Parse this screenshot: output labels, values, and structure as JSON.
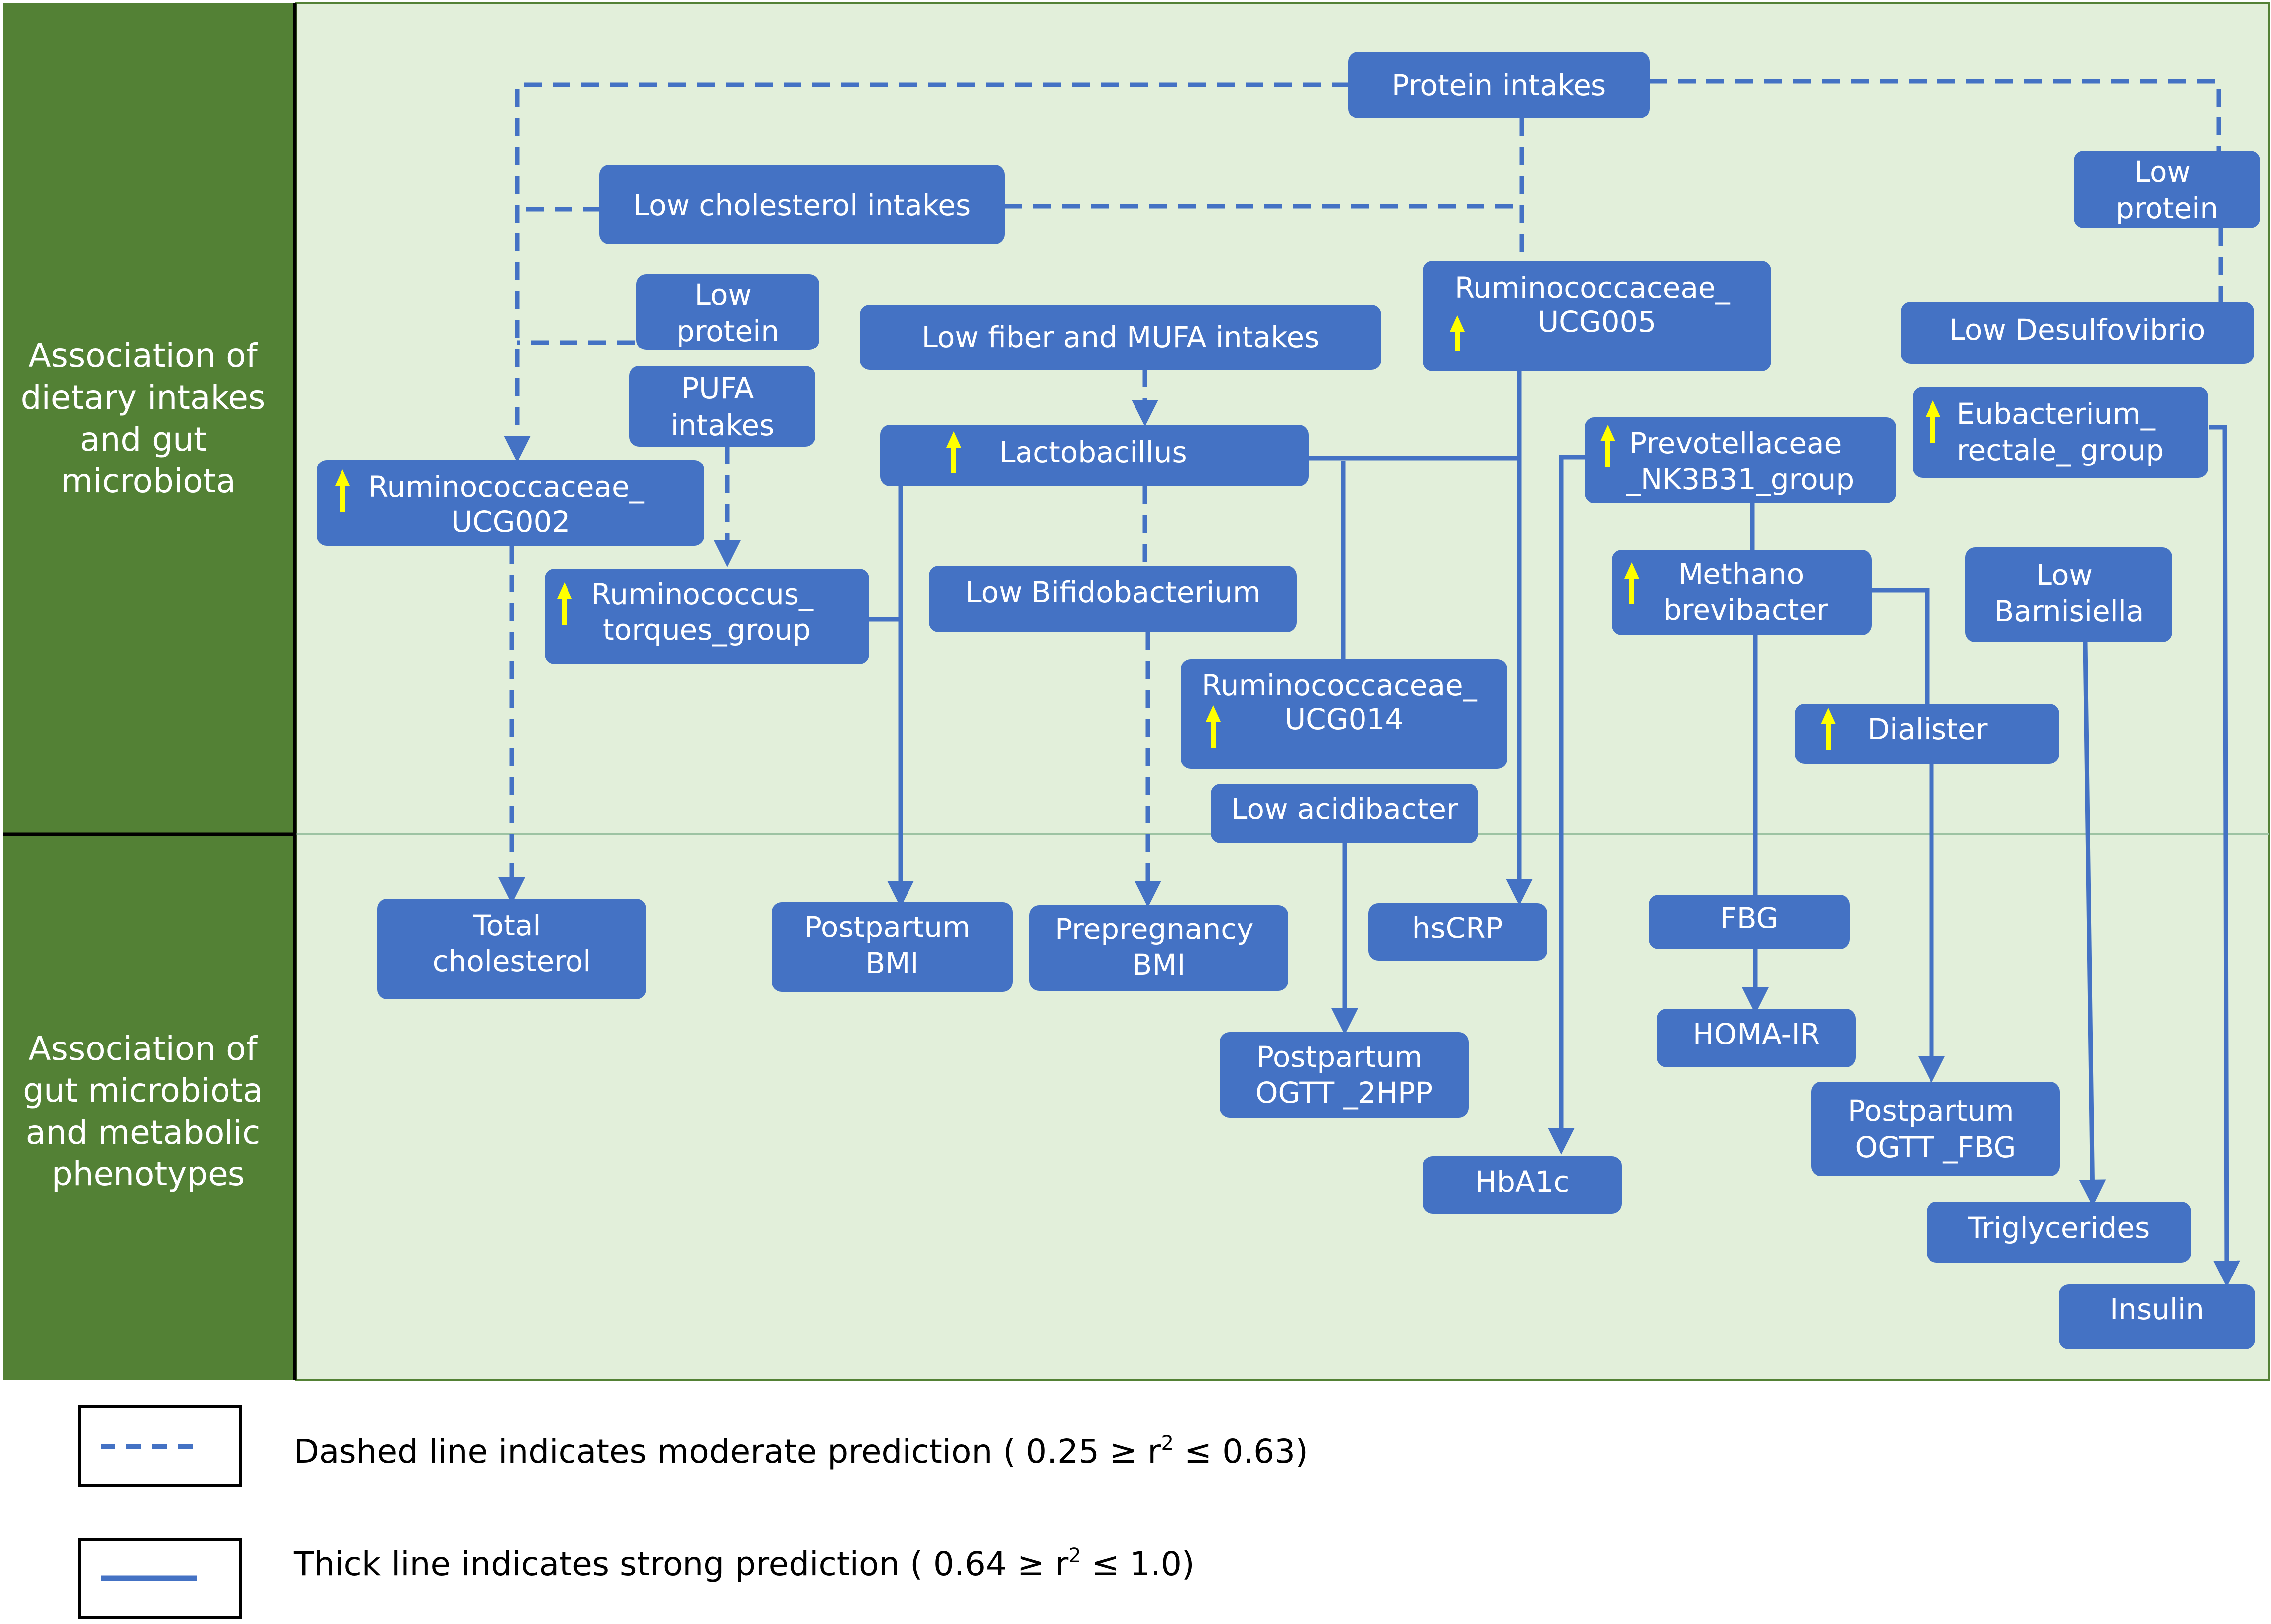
{
  "colors": {
    "band": "#538135",
    "panel": "#e2efda",
    "node": "#4472c4",
    "line": "#4472c4",
    "arrow_up": "#ffff00",
    "divider": "#9dc3a3"
  },
  "bands": {
    "top": [
      "Association of",
      "dietary intakes",
      "and gut",
      "microbiota"
    ],
    "bottom": [
      "Association of",
      "gut microbiota",
      "and metabolic",
      "phenotypes"
    ]
  },
  "nodes": {
    "protein_intakes": [
      "Protein intakes"
    ],
    "low_cholesterol": [
      "Low cholesterol intakes"
    ],
    "low_protein_right": [
      "Low",
      "protein"
    ],
    "low_protein_left": [
      "Low",
      "protein"
    ],
    "pufa": [
      "PUFA",
      "intakes"
    ],
    "low_fiber_mufa": [
      "Low fiber and MUFA intakes"
    ],
    "ucg005": [
      "Ruminococcaceae_",
      "UCG005"
    ],
    "low_desulfovibrio": [
      "Low Desulfovibrio"
    ],
    "lactobacillus": [
      "Lactobacillus"
    ],
    "ucg002": [
      "Ruminococcaceae_",
      "UCG002"
    ],
    "prevotellaceae": [
      "Prevotellaceae",
      "_NK3B31_group"
    ],
    "eubacterium": [
      "Eubacterium_",
      "rectale_ group"
    ],
    "ruminococcus_torques": [
      "Ruminococcus_",
      "torques_group"
    ],
    "low_bifidobacterium": [
      "Low Bifidobacterium"
    ],
    "methanobrevibacter": [
      "Methano",
      "brevibacter"
    ],
    "low_barnisiella": [
      "Low",
      "Barnisiella"
    ],
    "ucg014": [
      "Ruminococcaceae_",
      "UCG014"
    ],
    "dialister": [
      "Dialister"
    ],
    "low_acidibacter": [
      "Low acidibacter"
    ],
    "total_cholesterol": [
      "Total",
      "cholesterol"
    ],
    "postpartum_bmi": [
      "Postpartum",
      "BMI"
    ],
    "prepregnancy_bmi": [
      "Prepregnancy",
      "BMI"
    ],
    "hscrp": [
      "hsCRP"
    ],
    "fbg": [
      "FBG"
    ],
    "homa_ir": [
      "HOMA-IR"
    ],
    "ogtt_2hpp": [
      "Postpartum",
      "OGTT _2HPP"
    ],
    "ogtt_fbg": [
      "Postpartum",
      "OGTT _FBG"
    ],
    "hba1c": [
      "HbA1c"
    ],
    "triglycerides": [
      "Triglycerides"
    ],
    "insulin": [
      "Insulin"
    ]
  },
  "increased": [
    "ucg005",
    "lactobacillus",
    "ucg002",
    "prevotellaceae",
    "eubacterium",
    "ruminococcus_torques",
    "methanobrevibacter",
    "ucg014",
    "dialister"
  ],
  "edges": [
    {
      "from": "protein_intakes",
      "to": "ucg002",
      "style": "dashed"
    },
    {
      "from": "protein_intakes",
      "to": "low_desulfovibrio",
      "style": "dashed"
    },
    {
      "from": "protein_intakes",
      "to": "low_cholesterol",
      "style": "dashed"
    },
    {
      "from": "low_protein_right",
      "to": "low_desulfovibrio",
      "style": "dashed"
    },
    {
      "from": "low_protein_left",
      "to": "ucg002",
      "style": "dashed"
    },
    {
      "from": "pufa",
      "to": "ruminococcus_torques",
      "style": "dashed"
    },
    {
      "from": "low_fiber_mufa",
      "to": "lactobacillus",
      "style": "dashed"
    },
    {
      "from": "lactobacillus",
      "to": "prepregnancy_bmi",
      "style": "dashed"
    },
    {
      "from": "ucg002",
      "to": "total_cholesterol",
      "style": "dashed"
    },
    {
      "from": "lactobacillus",
      "to": "postpartum_bmi",
      "style": "solid"
    },
    {
      "from": "ruminococcus_torques",
      "to": "postpartum_bmi",
      "style": "solid"
    },
    {
      "from": "lactobacillus",
      "to": "hscrp",
      "style": "solid"
    },
    {
      "from": "ucg005",
      "to": "hscrp",
      "style": "solid"
    },
    {
      "from": "lactobacillus",
      "to": "ogtt_2hpp",
      "style": "solid"
    },
    {
      "from": "prevotellaceae",
      "to": "hba1c",
      "style": "solid"
    },
    {
      "from": "methanobrevibacter",
      "to": "homa_ir",
      "style": "solid"
    },
    {
      "from": "methanobrevibacter",
      "to": "ogtt_fbg",
      "style": "solid"
    },
    {
      "from": "low_barnisiella",
      "to": "triglycerides",
      "style": "solid"
    },
    {
      "from": "eubacterium",
      "to": "insulin",
      "style": "solid"
    }
  ],
  "legend": {
    "dashed": {
      "text": "Dashed line indicates moderate prediction ( 0.25 ≥ r",
      "sup": "2",
      "tail": " ≤ 0.63)"
    },
    "solid": {
      "text": "Thick line indicates strong prediction ( 0.64 ≥ r",
      "sup": "2",
      "tail": " ≤ 1.0)"
    }
  }
}
